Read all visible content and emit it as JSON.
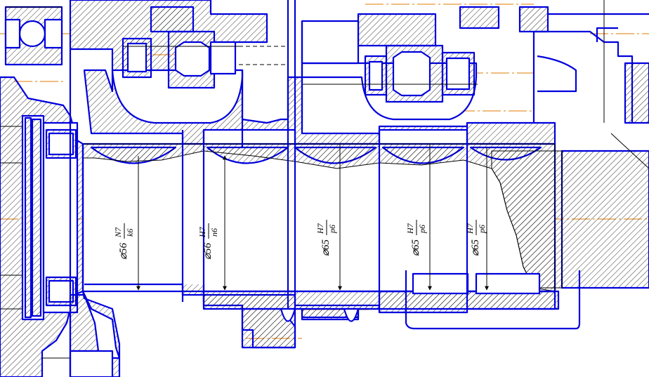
{
  "fits": [
    {
      "diameter": "⌀56",
      "hole": "N7",
      "shaft": "k6"
    },
    {
      "diameter": "⌀56",
      "hole": "H7",
      "shaft": "n6"
    },
    {
      "diameter": "⌀65",
      "hole": "H7",
      "shaft": "p6"
    },
    {
      "diameter": "⌀65",
      "hole": "H7",
      "shaft": "p6"
    },
    {
      "diameter": "⌀65",
      "hole": "H7",
      "shaft": "p6"
    }
  ],
  "colors": {
    "outline": "#0000dd",
    "thin_line": "#000000",
    "axis_line": "#e07b00",
    "background": "#ffffff"
  }
}
